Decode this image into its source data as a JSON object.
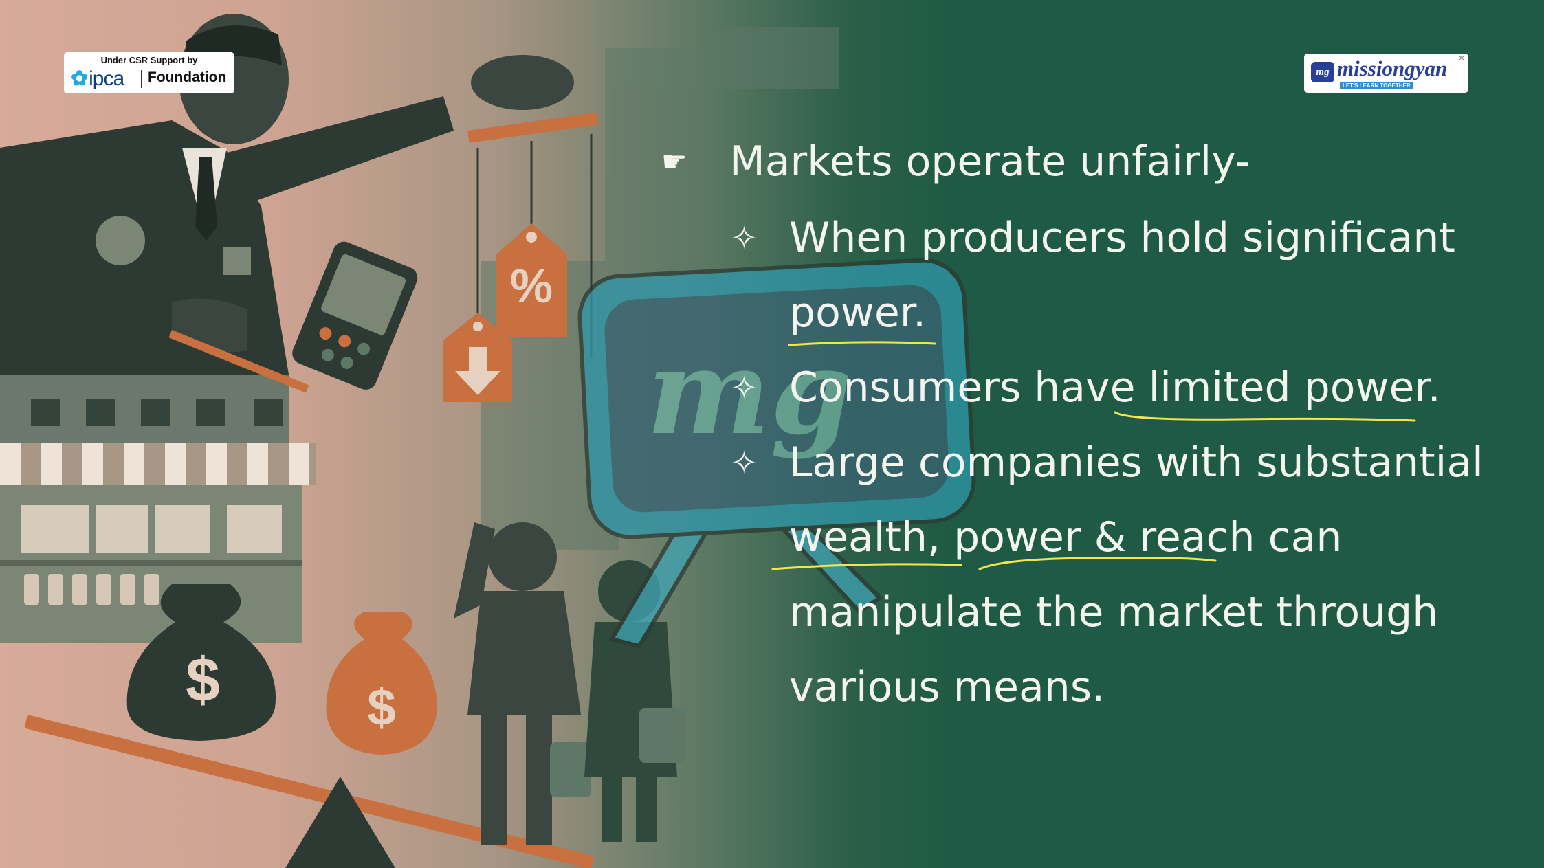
{
  "slide": {
    "bullets": [
      {
        "marker": "☛",
        "text": "Markets operate unfairly-"
      },
      {
        "marker": "✧",
        "lines": [
          "When producers hold significant",
          "power."
        ]
      },
      {
        "marker": "✧",
        "lines": [
          "Consumers have limited power."
        ]
      },
      {
        "marker": "✧",
        "lines": [
          "Large companies with substantial",
          "wealth, power & reach can",
          "manipulate the market through",
          "various means."
        ]
      }
    ]
  },
  "logos": {
    "ipca": {
      "caption": "Under CSR Support by",
      "name": "ipca",
      "suffix": "Foundation"
    },
    "missiongyan": {
      "badge": "mg",
      "name": "missiongyan",
      "tagline": "LET'S LEARN TOGETHER",
      "reg": "®"
    }
  },
  "illustration": {
    "tag_percent": "%",
    "bag_symbol": "$"
  },
  "watermark": {
    "text": "mg"
  },
  "colors": {
    "background": "#1e5a45",
    "text": "#f4f4ef",
    "highlight": "#f2e64a",
    "ink": "#2c3a33",
    "accent": "#c8703f"
  }
}
